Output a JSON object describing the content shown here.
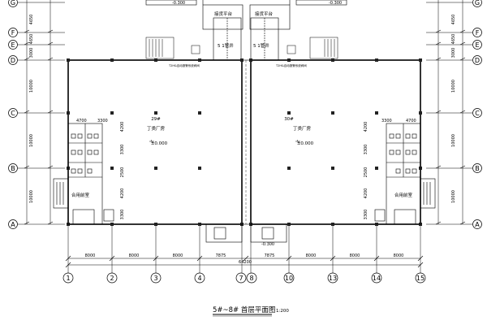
{
  "title": "5#~8# 首层平面图",
  "scale": "1:200",
  "axes_bottom": [
    "1",
    "2",
    "3",
    "4",
    "7",
    "8",
    "10",
    "13",
    "14",
    "15"
  ],
  "axes_side": [
    "G",
    "F",
    "E",
    "D",
    "C",
    "B",
    "A"
  ],
  "buildings": [
    {
      "number": "29#",
      "use": "丁类厂房",
      "elevation": "±0.000"
    },
    {
      "number": "30#",
      "use": "丁类厂房",
      "elevation": "±0.000"
    }
  ],
  "room_labels": {
    "office_left": "合用前室",
    "office_right": "合用前室",
    "balcony_left": "接货平台",
    "balcony_right": "接货平台",
    "well_left": "5 1管井",
    "well_right": "5 1管井",
    "fire_note_left": "T2H&自动报警系统阀间",
    "fire_note_right": "T2H&自动报警系统阀间"
  },
  "levels": {
    "top_left": "-0.300",
    "top_right": "-0.300",
    "bottom_center": "-0.300"
  },
  "dims_bottom": [
    "8000",
    "8000",
    "8000",
    "7875",
    "7875",
    "8000",
    "8000",
    "8000"
  ],
  "dim_total": "64200",
  "dims_side": [
    "4650",
    "4650",
    "3000",
    "10000",
    "10000",
    "10000"
  ],
  "dims_side_right": [
    "4650",
    "4650",
    "3000",
    "10000",
    "10000",
    "10000"
  ],
  "dims_inner_left": [
    "4700",
    "3300",
    "4200",
    "3300",
    "2500",
    "4200",
    "3300"
  ],
  "dims_inner_right": [
    "3300",
    "4700",
    "4200",
    "3300",
    "2500",
    "4200",
    "3300"
  ]
}
